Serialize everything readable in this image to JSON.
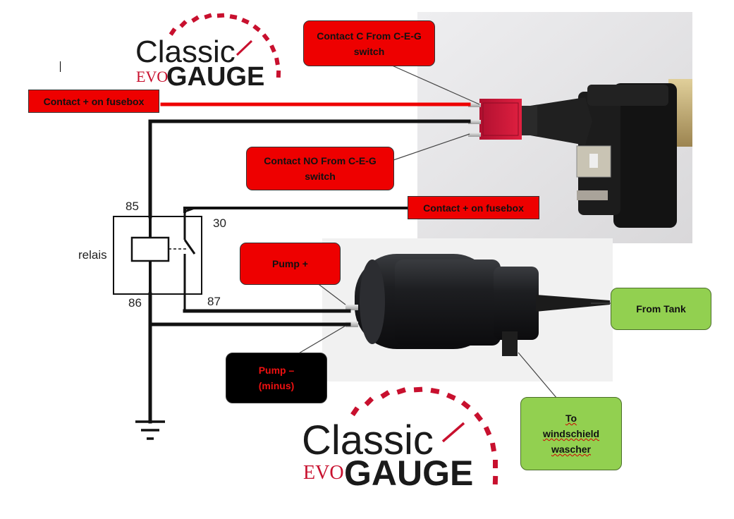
{
  "logo": {
    "word_classic": "Classic",
    "word_evo": "EVO",
    "word_gauge": "GAUGE"
  },
  "callouts": {
    "contact_c": {
      "line1": "Contact C From C-E-G",
      "line2": "switch"
    },
    "fusebox_left": "Contact + on fusebox",
    "contact_no": {
      "line1": "Contact NO From C-E-G",
      "line2": "switch"
    },
    "fusebox_right": "Contact + on fusebox",
    "pump_plus": "Pump +",
    "pump_minus": {
      "line1": "Pump –",
      "line2": "(minus)"
    },
    "from_tank": "From Tank",
    "to_windschield": {
      "line1": "To",
      "line2": "windschield",
      "line3": "wascher"
    }
  },
  "relay": {
    "name": "relais",
    "pin_85": "85",
    "pin_30": "30",
    "pin_86": "86",
    "pin_87": "87"
  },
  "colors": {
    "callout_red": "#ee0000",
    "callout_green": "#92d050",
    "callout_black": "#000000",
    "logo_dark": "#1a1a1a",
    "logo_red": "#c8102e"
  }
}
